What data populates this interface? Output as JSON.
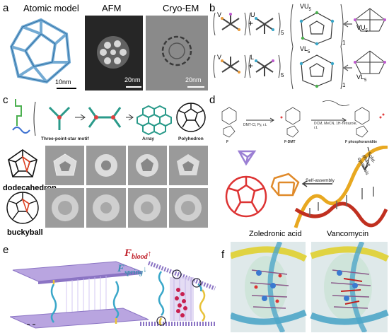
{
  "panel_a": {
    "letter": "a",
    "titles": [
      "Atomic model",
      "AFM",
      "Cryo-EM"
    ],
    "scalebars": [
      "10nm",
      "20nm",
      "20nm"
    ]
  },
  "panel_b": {
    "letter": "b",
    "top": {
      "left_piece": "V",
      "right_piece": "U",
      "right_count": "5",
      "bracket_count": "1",
      "product": "VU",
      "product_sub": "5",
      "side_label": "VU",
      "side_sub": "5"
    },
    "bottom": {
      "left_piece": "V",
      "right_piece": "L",
      "right_count": "5",
      "bracket_count": "1",
      "product": "VL",
      "product_sub": "5",
      "side_label": "VL",
      "side_sub": "5"
    }
  },
  "panel_c": {
    "letter": "c",
    "labels": [
      "Three-point-star motif",
      "Array",
      "Polyhedron"
    ],
    "rows": [
      "dodecahedron",
      "buckyball"
    ]
  },
  "panel_d": {
    "letter": "d",
    "reagents": [
      "DMT-Cl, Py, r.t.",
      "DCM, MeCN, 1H-Tetrazole, r.t."
    ],
    "compounds": [
      "F",
      "F-DMT",
      "F phosphoramidite"
    ],
    "arrows": [
      "Self-assembly",
      "Solid-phase synthesis"
    ]
  },
  "panel_e": {
    "letter": "e",
    "forces": [
      {
        "symbol": "F",
        "sub": "blood",
        "arrow": "↑",
        "color": "#c0202a"
      },
      {
        "symbol": "F",
        "sub": "spring",
        "arrow": "↓",
        "color": "#3a8fb0"
      }
    ]
  },
  "panel_f": {
    "letter": "f",
    "titles": [
      "Zoledronic acid",
      "Vancomycin"
    ]
  },
  "colors": {
    "dna_blue": "#3aa7c9",
    "dna_yellow": "#e8c23a",
    "red": "#d33",
    "purple": "#9b7fd4"
  }
}
